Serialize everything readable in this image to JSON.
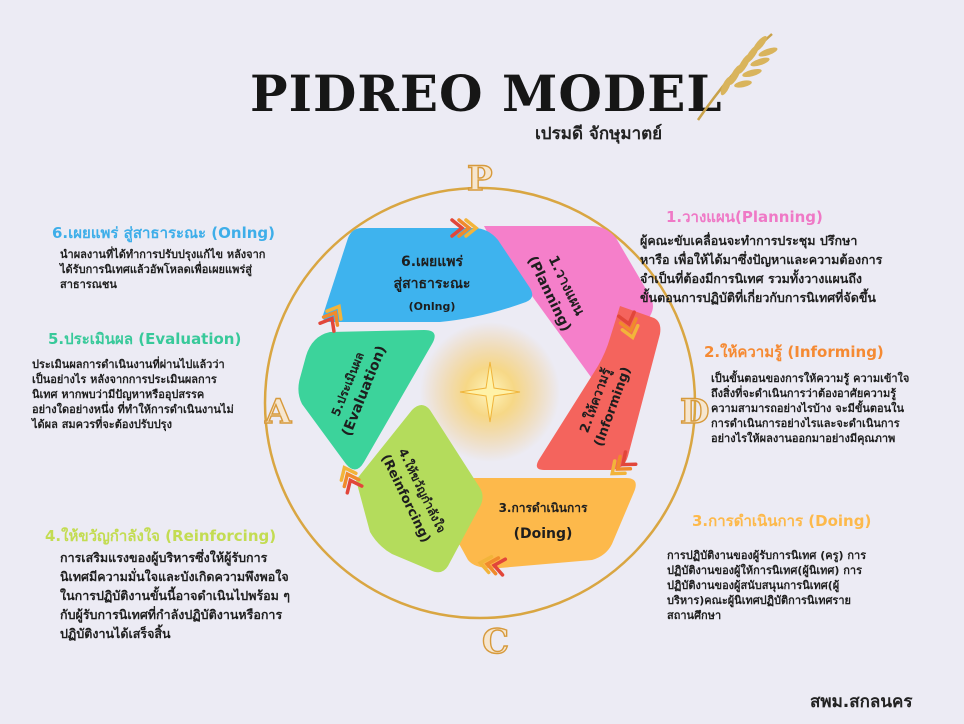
{
  "title": "PIDREO MODEL",
  "author": "เปรมดี จักษุมาตย์",
  "footer": "สพม.สกลนคร",
  "ring_letters": [
    "P",
    "D",
    "C",
    "A"
  ],
  "colors": {
    "planning": "#f57fca",
    "informing": "#f4645d",
    "doing": "#fdb94b",
    "reinforcing": "#b4dc5c",
    "evaluation": "#3cd39b",
    "disseminating": "#3eb3ee"
  },
  "steps": [
    {
      "key": "planning",
      "heading": "1.วางแผน(Planning)",
      "shape_label": [
        "1.วางแผน",
        "(Planning)"
      ],
      "heading_color": "#ef79c6",
      "body": [
        "ผู้คณะขับเคลื่อนจะทำการประชุม ปรึกษา",
        "หารือ เพื่อให้ได้มาซึ่งปัญหาและความต้องการ",
        "จำเป็นที่ต้องมีการนิเทศ รวมทั้งวางแผนถึง",
        "ขั้นตอนการปฏิบัติที่เกี่ยวกับการนิเทศที่จัดขึ้น"
      ]
    },
    {
      "key": "informing",
      "heading": "2.ให้ความรู้ (Informing)",
      "shape_label": [
        "2.ให้ความรู้",
        "(Informing)"
      ],
      "heading_color": "#f58a33",
      "body": [
        "เป็นขั้นตอนของการให้ความรู้ ความเข้าใจ",
        "ถึงสิ่งที่จะดำเนินการว่าต้องอาศัยความรู้",
        "ความสามารถอย่างไรบ้าง จะมีขั้นตอนใน",
        "การดำเนินการอย่างไรและจะดำเนินการ",
        "อย่างไรให้ผลงานออกมาอย่างมีคุณภาพ"
      ]
    },
    {
      "key": "doing",
      "heading": "3.การดำเนินการ (Doing)",
      "shape_label": [
        "3.การดำเนินการ",
        "(Doing)"
      ],
      "heading_color": "#fdb94b",
      "body": [
        "การปฏิบัติงานของผู้รับการนิเทศ (ครู) การ",
        "ปฏิบัติงานของผู้ให้การนิเทศ(ผู้นิเทศ) การ",
        "ปฏิบัติงานของผู้สนับสนุนการนิเทศ(ผู้",
        "บริหาร)คณะผู้นิเทศปฏิบัติการนิเทศราย",
        "สถานศึกษา"
      ]
    },
    {
      "key": "reinforcing",
      "heading": "4.ให้ขวัญกำลังใจ (Reinforcing)",
      "shape_label": [
        "4.ให้ขวัญกำลังใจ",
        "(Reinforcing)"
      ],
      "heading_color": "#c3dc52",
      "body": [
        "การเสริมแรงของผู้บริหารซึ่งให้ผู้รับการ",
        "นิเทศมีความมั่นใจและบังเกิดความพึงพอใจ",
        "ในการปฏิบัติงานขั้นนี้อาจดำเนินไปพร้อม ๆ",
        "กับผู้รับการนิเทศที่กำลังปฏิบัติงานหรือการ",
        "ปฏิบัติงานได้เสร็จสิ้น"
      ]
    },
    {
      "key": "evaluation",
      "heading": "5.ประเมินผล (Evaluation)",
      "shape_label": [
        "5.ประเมินผล",
        "(Evaluation)"
      ],
      "heading_color": "#38c99a",
      "body": [
        "ประเมินผลการดำเนินงานที่ผ่านไปแล้วว่า",
        "เป็นอย่างไร หลังจากการประเมินผลการ",
        "นิเทศ หากพบว่ามีปัญหาหรืออุปสรรค",
        "อย่างใดอย่างหนึ่ง ที่ทำให้การดำเนินงานไม่",
        "ได้ผล สมควรที่จะต้องปรับปรุง"
      ]
    },
    {
      "key": "disseminating",
      "heading": "6.เผยแพร่ สู่สาธาระณะ (Onlng)",
      "shape_label": [
        "6.เผยแพร่",
        "สู่สาธาระณะ",
        "(Onlng)"
      ],
      "heading_color": "#3eaee9",
      "body": [
        "นำผลงานที่ได้ทำการปรับปรุงแก้ไข หลังจาก",
        "ได้รับการนิเทศแล้วอัพโหลดเพื่อเผยแพร่สู่",
        "สาธารณชน"
      ]
    }
  ]
}
